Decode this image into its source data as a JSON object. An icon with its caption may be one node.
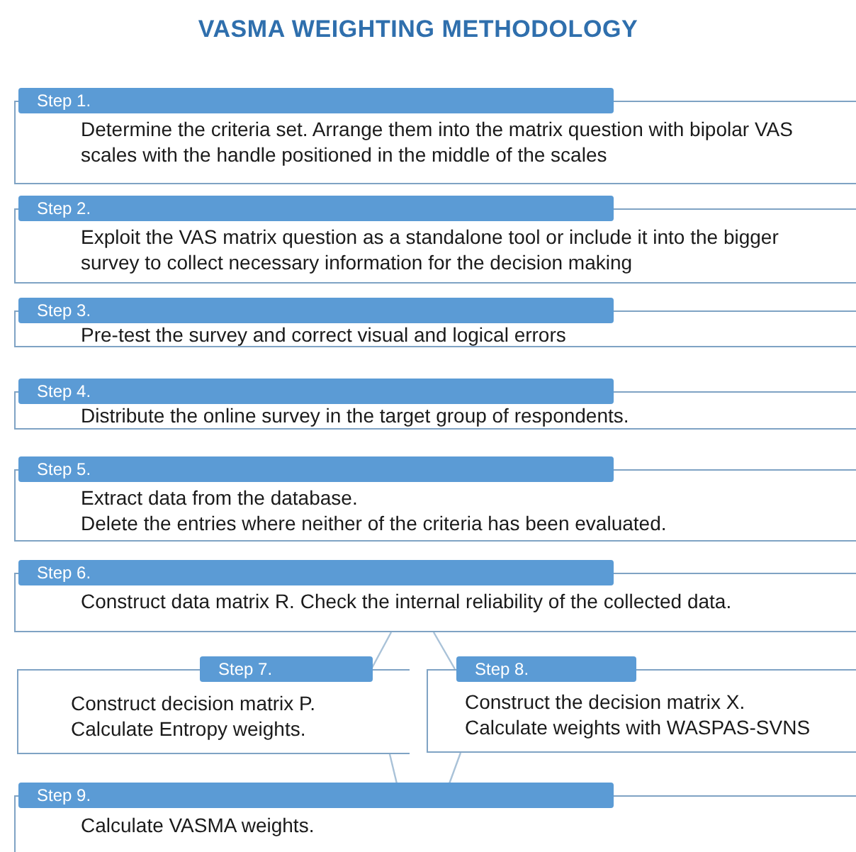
{
  "diagram": {
    "title": "VASMA WEIGHTING METHODOLOGY",
    "nodes": [
      {
        "text": [
          "Step 1.",
          "Determine the criteria set. Arrange them into the matrix question with bipolar VAS scales with the handle positioned in the middle of the scales"
        ]
      },
      {
        "text": [
          "Step 2.",
          "Exploit the VAS matrix question as a standalone tool or include it into the bigger survey to collect necessary information for the decision making"
        ]
      },
      {
        "text": [
          "Step 3.",
          "Pre-test the survey and correct visual and logical errors"
        ]
      },
      {
        "text": [
          "Step 4.",
          "Distribute the online survey in the target group of respondents."
        ]
      },
      {
        "text": [
          "Step 5.",
          "Extract data from the database.",
          "Delete the entries where neither of the criteria has been evaluated."
        ]
      },
      {
        "text": [
          "Step 6.",
          "Construct data matrix R. Check the internal reliability of the collected data."
        ]
      },
      {
        "text": [
          "Step 7.",
          "Construct decision matrix P.",
          "Calculate Entropy weights."
        ]
      },
      {
        "text": [
          "Step 8.",
          "Construct the decision matrix X.",
          "Calculate weights with WASPAS-SVNS"
        ]
      },
      {
        "text": [
          "Step 9.",
          "Calculate VASMA weights."
        ]
      }
    ],
    "edges": [
      {
        "from": 5,
        "to": 6,
        "arrow": "none"
      },
      {
        "from": 5,
        "to": 7,
        "arrow": "none"
      },
      {
        "from": 6,
        "to": 8,
        "arrow": "none"
      },
      {
        "from": 7,
        "to": 8,
        "arrow": "none"
      }
    ]
  }
}
